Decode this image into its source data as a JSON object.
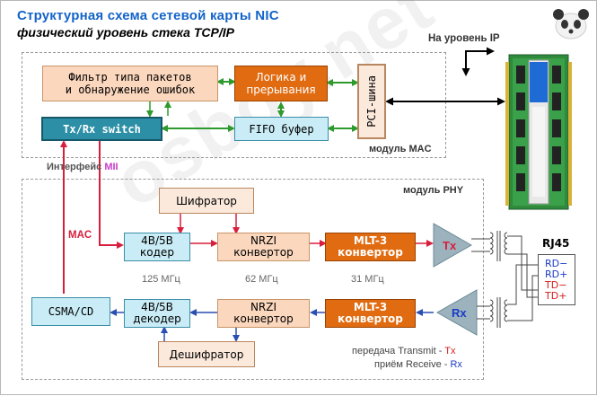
{
  "header": {
    "title": "Структурная схема сетевой карты NIC",
    "subtitle": "физический уровень стека TCP/IP"
  },
  "top_label": "На уровень IP",
  "watermark": "osboy.net",
  "mac_module": {
    "label": "модуль MAC",
    "filter_box": "Фильтр типа пакетов\nи обнаружение ошибок",
    "logic_box": "Логика и\nпрерывания",
    "txrx_switch": "Tx/Rx switch",
    "fifo": "FIFO буфер",
    "pci_bus": "PCI-шина"
  },
  "mii_interface": {
    "prefix": "Интерфейс ",
    "name": "MII"
  },
  "phy_module": {
    "label": "модуль PHY",
    "mac_label": "MAC",
    "scrambler": "Шифратор",
    "descrambler": "Дешифратор",
    "coder": "4B/5B\nкодер",
    "decoder": "4B/5B\nдекодер",
    "nrzi_tx": "NRZI\nконвертор",
    "nrzi_rx": "NRZI\nконвертор",
    "mlt_tx": "MLT-3\nконвертор",
    "mlt_rx": "MLT-3\nконвертор",
    "csma": "CSMA/CD",
    "tx": "Tx",
    "rx": "Rx",
    "freq_125": "125 МГц",
    "freq_62": "62 МГц",
    "freq_31": "31 МГц"
  },
  "rj45": {
    "title": "RJ45",
    "pins": [
      "RD−",
      "RD+",
      "TD−",
      "TD+"
    ]
  },
  "legend": {
    "transmit_prefix": "передача Transmit - ",
    "transmit_code": "Tx",
    "receive_prefix": "приём Receive - ",
    "receive_code": "Rx"
  },
  "colors": {
    "title_blue": "#1464c8",
    "arrow_green": "#2e9a2e",
    "arrow_red": "#d81e3c",
    "arrow_blue": "#2a4fb0",
    "rd_blue": "#1a3cc8",
    "td_red": "#d81e1e",
    "mii_magenta": "#c83cc8"
  },
  "icons": {
    "corner_logo": "panda-icon",
    "network_card": "network-card-image"
  }
}
